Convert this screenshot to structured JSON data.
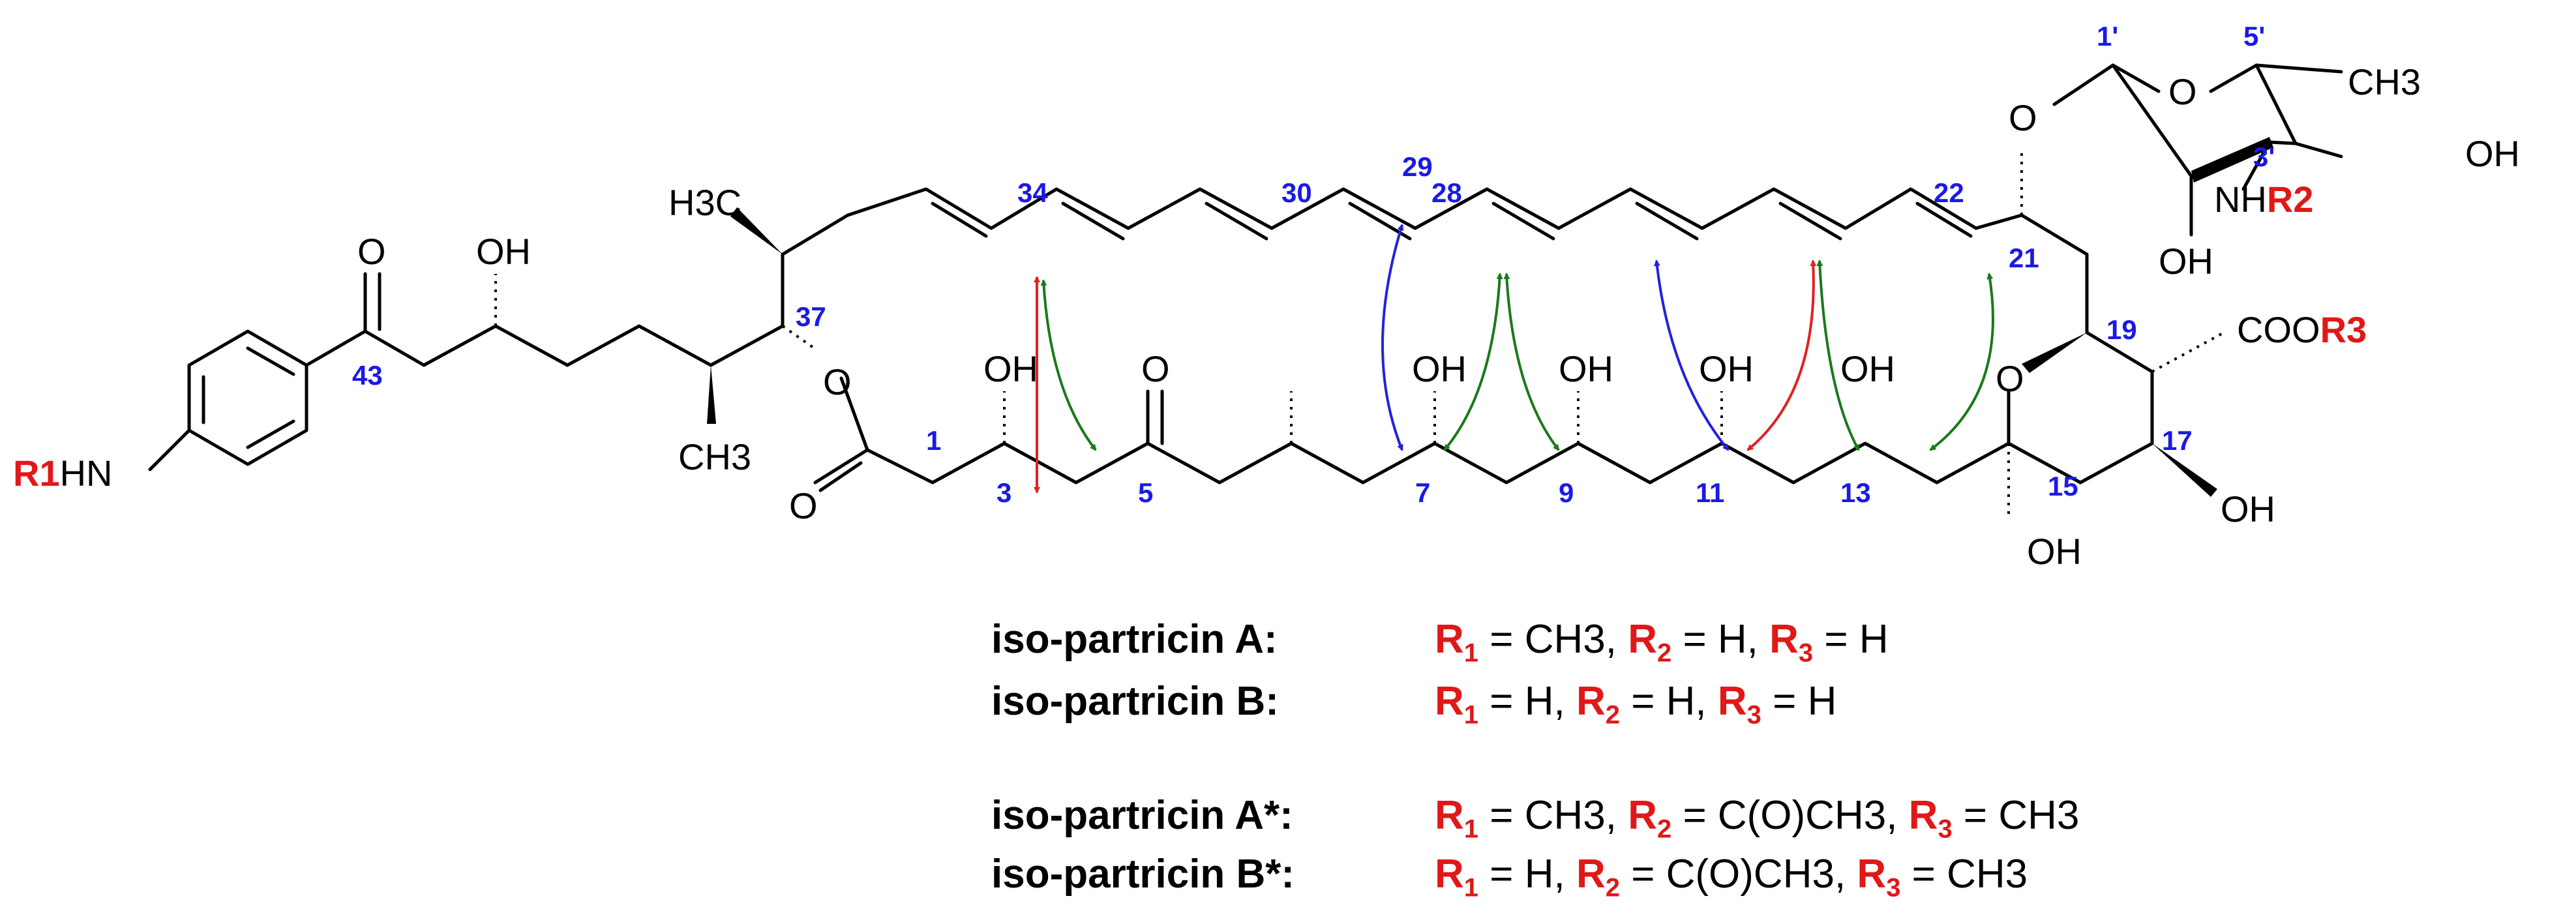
{
  "structure": {
    "atoms": {
      "O_ketone43": "O",
      "OH_c39": "OH",
      "H3C_top": "H3C",
      "CH3_37": "CH3",
      "O_ester": "O",
      "O_c1": "O",
      "OH_3": "OH",
      "O_5": "O",
      "OH_7": "OH",
      "OH_9": "OH",
      "OH_11": "OH",
      "OH_13": "OH",
      "O_ring": "O",
      "OH_15": "OH",
      "OH_17": "OH",
      "COOR3_prefix": "COO",
      "O_glyc": "O",
      "O_sugar": "O",
      "CH3_sugar": "CH3",
      "OH_sugar4": "OH",
      "OH_sugar2": "OH",
      "NH_sugar": "NH",
      "HN_aryl": "HN"
    },
    "r_labels": {
      "R1": "R1",
      "R2": "R2",
      "R3": "R3"
    },
    "numbers": {
      "n1": "1",
      "n3": "3",
      "n5": "5",
      "n7": "7",
      "n9": "9",
      "n11": "11",
      "n13": "13",
      "n15": "15",
      "n17": "17",
      "n19": "19",
      "n21": "21",
      "n22": "22",
      "n28": "28",
      "n29": "29",
      "n30": "30",
      "n34": "34",
      "n37": "37",
      "n43": "43",
      "n1p": "1'",
      "n3p": "3'",
      "n5p": "5'"
    }
  },
  "compounds": [
    {
      "name": "iso-partricin A:",
      "r1": "CH3",
      "r2": "H",
      "r3": "H"
    },
    {
      "name": "iso-partricin B:",
      "r1": "H",
      "r2": "H",
      "r3": "H"
    },
    {
      "name": "iso-partricin A*:",
      "r1": "CH3",
      "r2": "C(O)CH3",
      "r3": "CH3"
    },
    {
      "name": "iso-partricin B*:",
      "r1": "H",
      "r2": "C(O)CH3",
      "r3": "CH3"
    }
  ],
  "arrow_colors": {
    "red": "#e02020",
    "green": "#1a7a1a",
    "blue": "#2222dd",
    "label_red": "#e01818",
    "number_blue": "#1a1ae6"
  }
}
